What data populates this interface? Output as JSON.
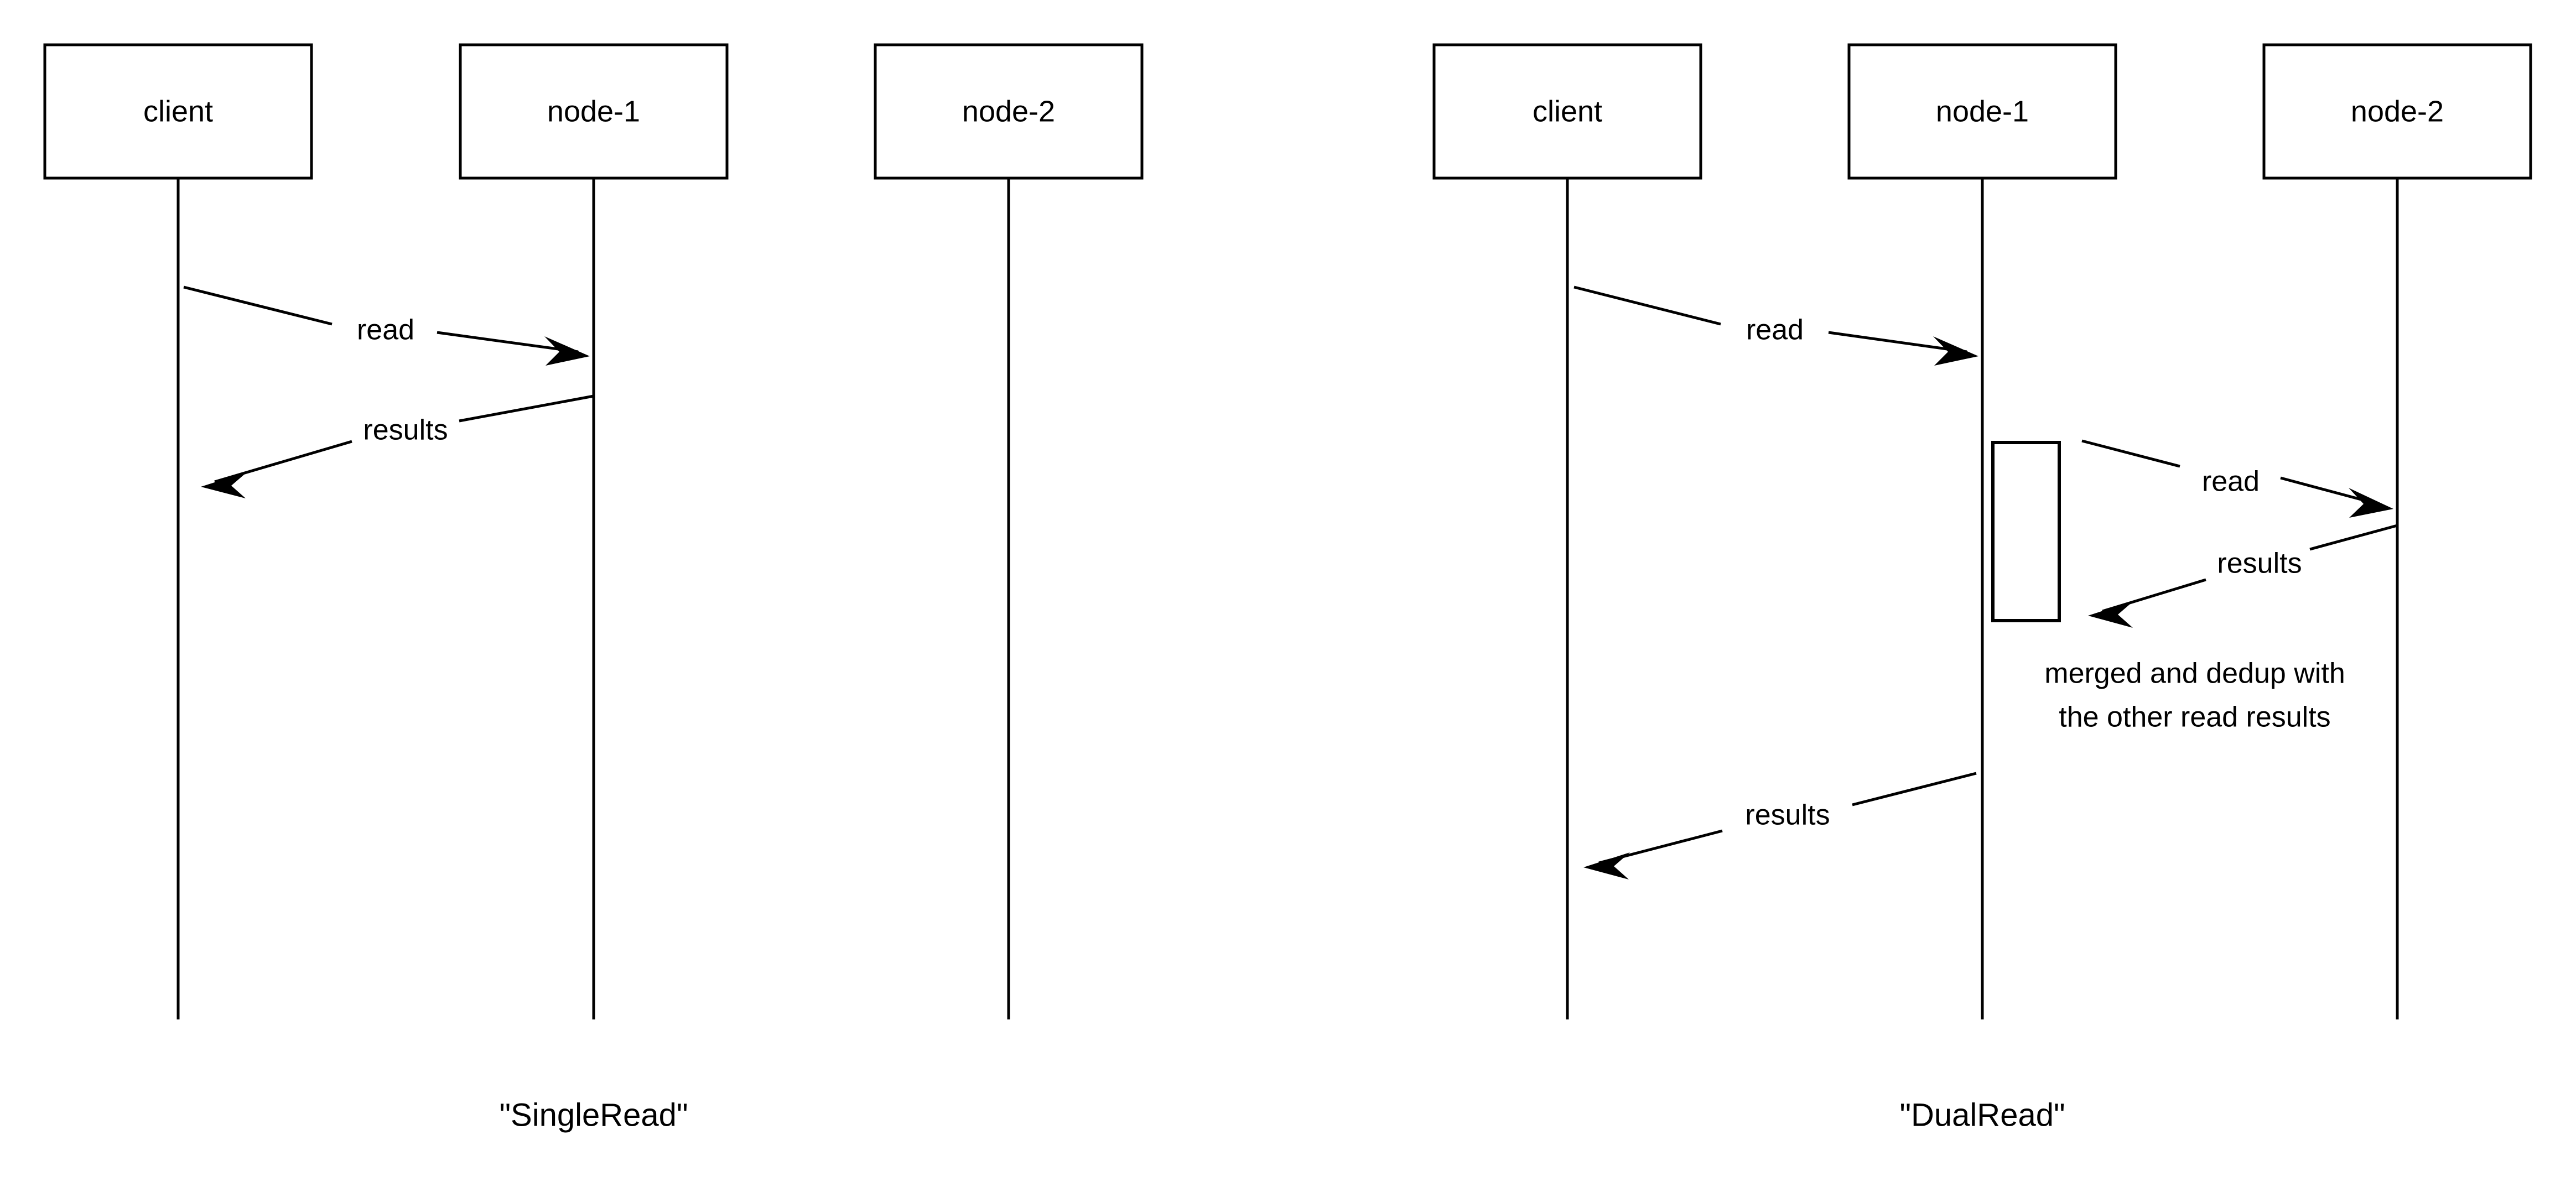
{
  "diagram": {
    "type": "sequence-diagram",
    "background_color": "#ffffff",
    "stroke_color": "#000000",
    "panels": [
      {
        "id": "single-read",
        "caption": "\"SingleRead\"",
        "participants": [
          {
            "id": "client",
            "label": "client"
          },
          {
            "id": "node-1",
            "label": "node-1"
          },
          {
            "id": "node-2",
            "label": "node-2"
          }
        ],
        "messages": [
          {
            "label": "read",
            "from": "client",
            "to": "node-1",
            "direction": "right"
          },
          {
            "label": "results",
            "from": "node-1",
            "to": "client",
            "direction": "left"
          }
        ],
        "notes": [],
        "activations": []
      },
      {
        "id": "dual-read",
        "caption": "\"DualRead\"",
        "participants": [
          {
            "id": "client",
            "label": "client"
          },
          {
            "id": "node-1",
            "label": "node-1"
          },
          {
            "id": "node-2",
            "label": "node-2"
          }
        ],
        "messages": [
          {
            "label": "read",
            "from": "client",
            "to": "node-1",
            "direction": "right"
          },
          {
            "label": "read",
            "from": "node-1",
            "to": "node-2",
            "direction": "right"
          },
          {
            "label": "results",
            "from": "node-2",
            "to": "node-1",
            "direction": "left"
          },
          {
            "label": "results",
            "from": "node-1",
            "to": "client",
            "direction": "left"
          }
        ],
        "notes": [
          {
            "line1": "merged and dedup with",
            "line2": "the other read results"
          }
        ],
        "activations": [
          {
            "on": "node-1"
          }
        ]
      }
    ]
  }
}
